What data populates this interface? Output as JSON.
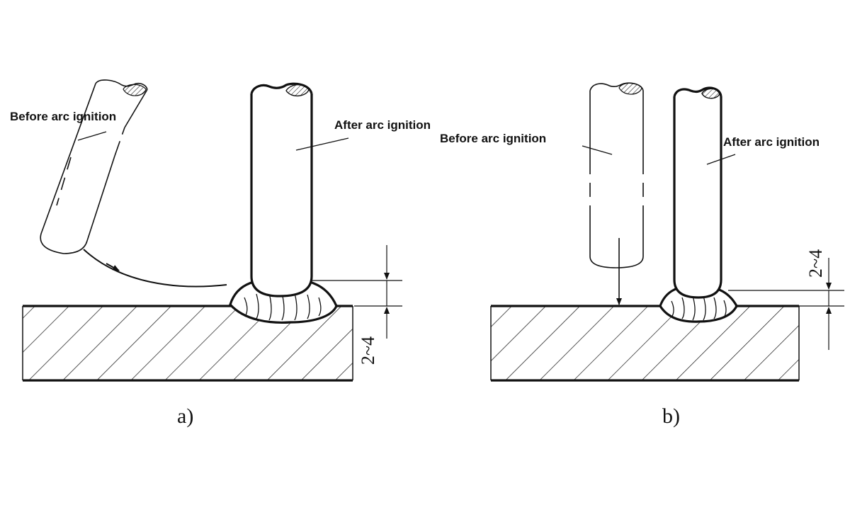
{
  "panel_a": {
    "label_before": "Before arc ignition",
    "label_after": "After arc ignition",
    "dimension": "2~4",
    "caption": "a)"
  },
  "panel_b": {
    "label_before": "Before arc ignition",
    "label_after": "After arc ignition",
    "dimension": "2~4",
    "caption": "b)"
  }
}
